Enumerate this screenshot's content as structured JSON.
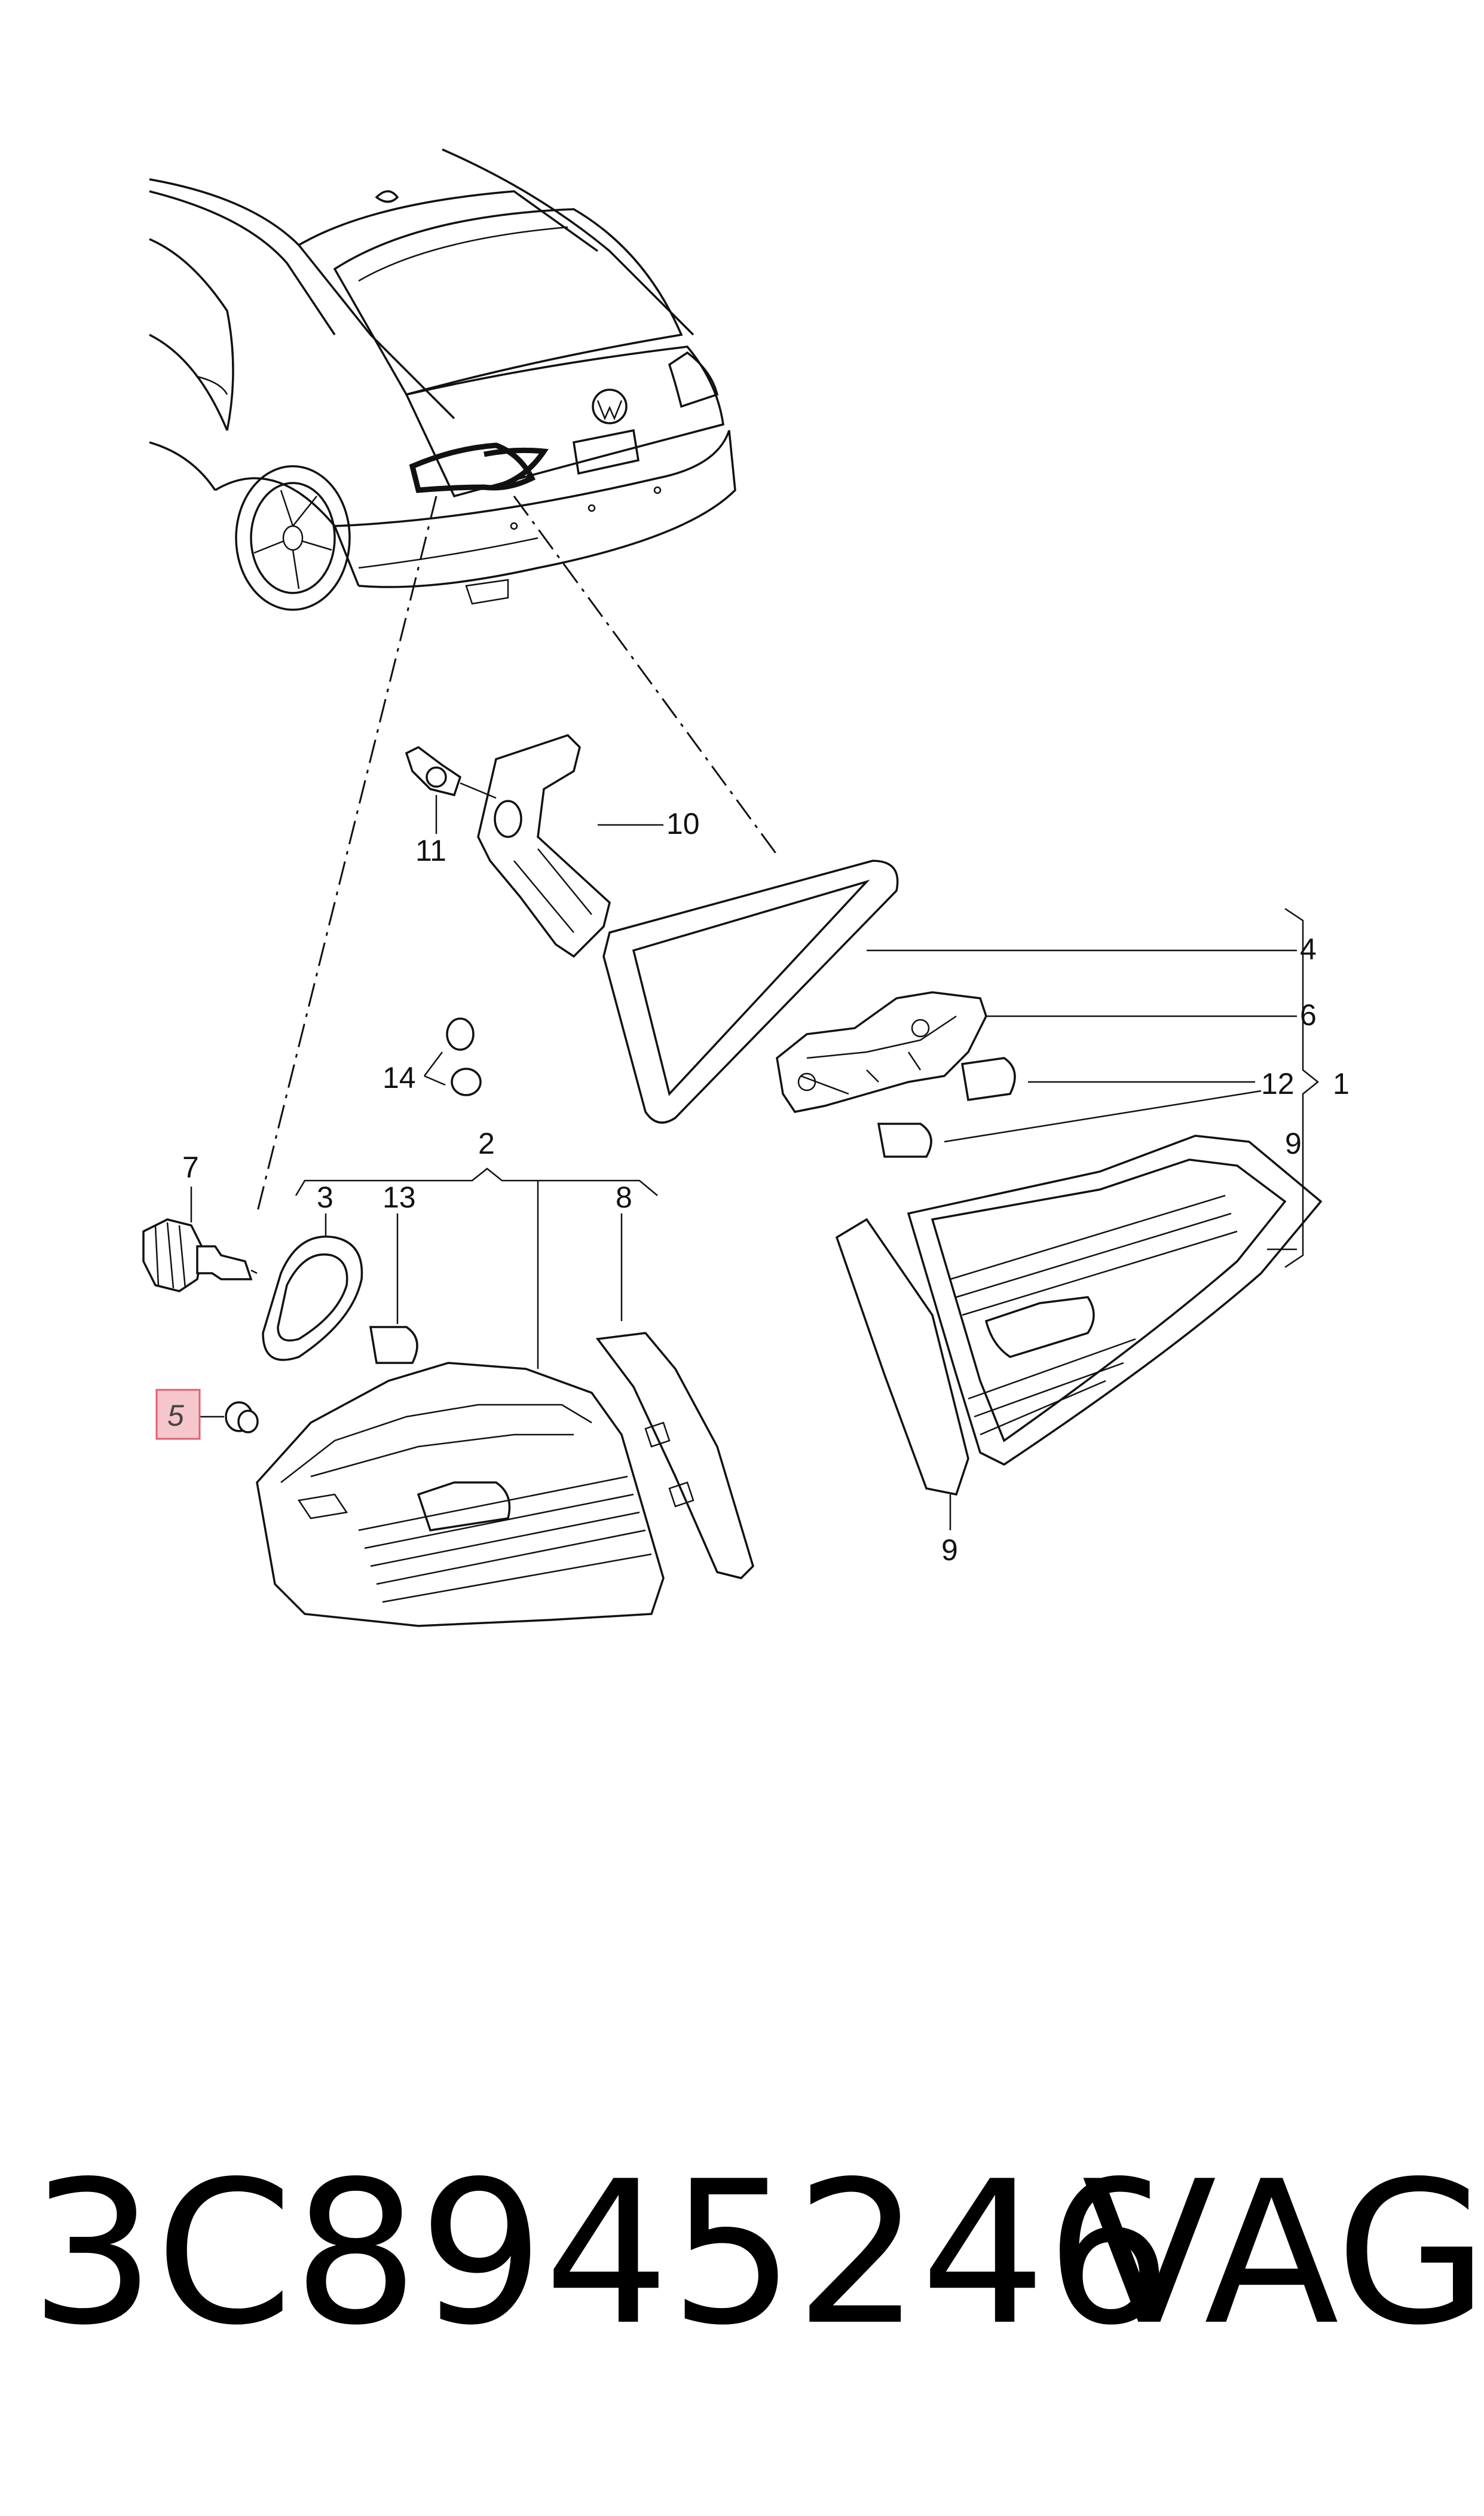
{
  "diagram": {
    "labels": {
      "p1": "1",
      "p2": "2",
      "p3": "3",
      "p4": "4",
      "p5": "5",
      "p6": "6",
      "p7": "7",
      "p8": "8",
      "p9a": "9",
      "p9b": "9",
      "p10": "10",
      "p11": "11",
      "p12": "12",
      "p13": "13",
      "p14": "14"
    },
    "highlighted_part": "5",
    "highlight_color": "#f5c6cc",
    "highlight_border": "#e06070"
  },
  "footer": {
    "part_number": "3C8945246",
    "brand": "VAG"
  }
}
